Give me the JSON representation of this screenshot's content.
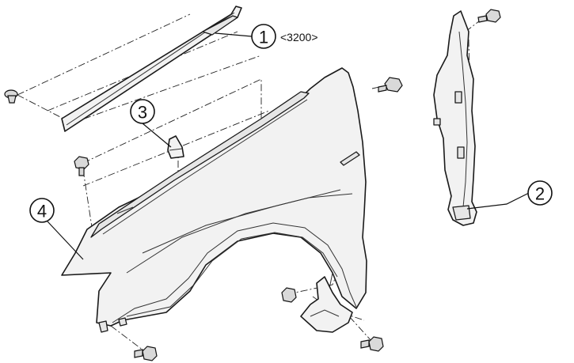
{
  "callouts": [
    {
      "id": "1",
      "name": "upper-molding"
    },
    {
      "id": "2",
      "name": "fender-bracket"
    },
    {
      "id": "3",
      "name": "clip"
    },
    {
      "id": "4",
      "name": "front-fender"
    }
  ],
  "part_codes": {
    "callout_1": "<3200>"
  }
}
